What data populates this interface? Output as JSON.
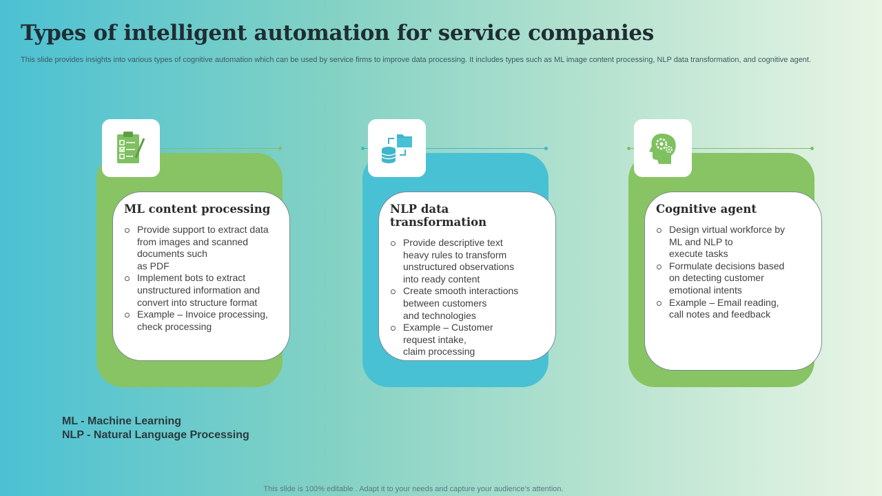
{
  "title": "Types of intelligent automation for service companies",
  "subtitle": "This slide provides insights into various types of cognitive automation which can be used by service firms to improve data processing. It includes types such as ML image content processing, NLP data transformation, and cognitive agent.",
  "cards": [
    {
      "heading": "ML content processing",
      "icon": "clipboard-checklist-icon",
      "color": "#88c463",
      "points": [
        "Provide support to extract data\nfrom images and scanned\ndocuments such\nas PDF",
        "Implement bots to extract\nunstructured information and\nconvert into structure format",
        "Example – Invoice processing,\ncheck processing"
      ]
    },
    {
      "heading": "NLP data transformation",
      "icon": "database-folder-transfer-icon",
      "color": "#49c1d4",
      "points": [
        "Provide descriptive text\nheavy rules to transform\nunstructured observations\ninto ready content",
        "Create smooth interactions\nbetween customers\nand technologies",
        "Example – Customer\nrequest intake,\nclaim processing"
      ]
    },
    {
      "heading": "Cognitive agent",
      "icon": "head-gear-brain-icon",
      "color": "#88c463",
      "points": [
        "Design virtual workforce by\nML and NLP to\nexecute tasks",
        "Formulate decisions based\non detecting customer\nemotional intents",
        "Example – Email reading,\ncall notes and feedback"
      ]
    }
  ],
  "abbreviations": {
    "ml": "ML - Machine Learning",
    "nlp": "NLP - Natural Language Processing"
  },
  "footer": "This slide is 100% editable . Adapt it to your needs and capture your audience’s attention."
}
